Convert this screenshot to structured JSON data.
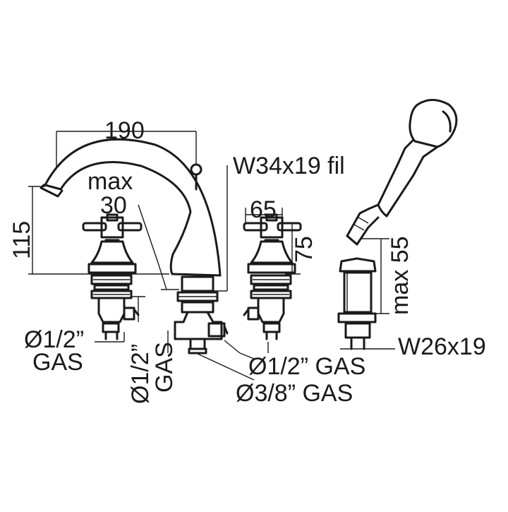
{
  "diagram": {
    "labels": {
      "spout_width": "190",
      "spout_height": "115",
      "max": "max",
      "max_value": "30",
      "thread_spout": "W34x19 fil",
      "handle_spacing": "65",
      "handle_height": "75",
      "shower_max": "max 55",
      "thread_shower": "W26x19",
      "inlet_left_line1": "Ø1/2”",
      "inlet_left_line2": "GAS",
      "inlet_vertical_line1": "Ø1/2”",
      "inlet_vertical_line2": "GAS",
      "inlet_right": "Ø1/2” GAS",
      "inlet_bottom": "Ø3/8” GAS"
    }
  }
}
